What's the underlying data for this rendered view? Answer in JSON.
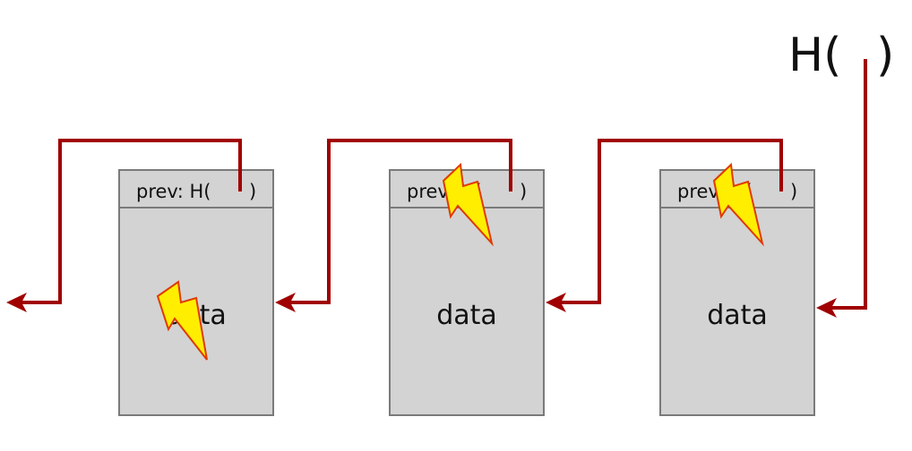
{
  "head_pointer": {
    "label_open": "H(",
    "label_close": ")"
  },
  "blocks": [
    {
      "header_label": "prev: H(",
      "header_close": ")",
      "body_label": "data",
      "tampered_part": "data"
    },
    {
      "header_label": "prev: H(",
      "header_close": ")",
      "body_label": "data",
      "tampered_part": "header"
    },
    {
      "header_label": "prev: H(",
      "header_close": ")",
      "body_label": "data",
      "tampered_part": "header"
    }
  ],
  "colors": {
    "link": "#a00000",
    "block_fill": "#d3d3d3",
    "block_stroke": "#7a7a7a",
    "bolt_fill": "#ffee00",
    "bolt_stroke": "#e03a00"
  },
  "icons": {
    "tamper": "lightning-bolt-icon",
    "pointer": "arrow-left-icon"
  }
}
